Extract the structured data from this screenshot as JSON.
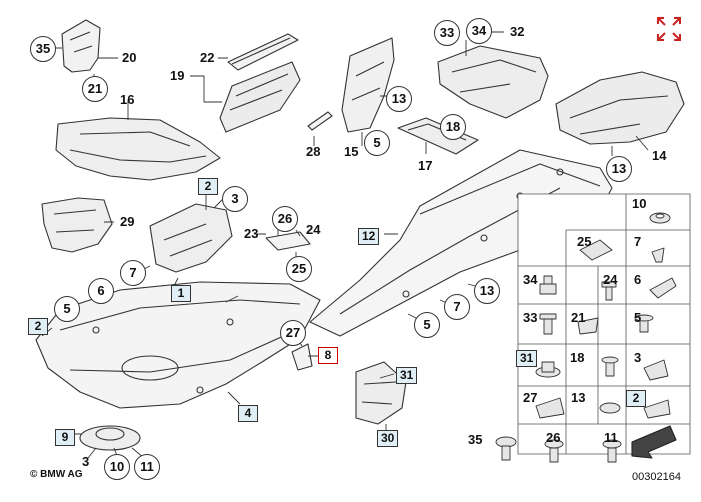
{
  "callouts": [
    {
      "id": "c35",
      "label": "35",
      "style": "circle"
    },
    {
      "id": "c20",
      "label": "20",
      "style": "plain"
    },
    {
      "id": "c21",
      "label": "21",
      "style": "circle"
    },
    {
      "id": "c22",
      "label": "22",
      "style": "plain"
    },
    {
      "id": "c19",
      "label": "19",
      "style": "plain"
    },
    {
      "id": "c16",
      "label": "16",
      "style": "plain"
    },
    {
      "id": "c13a",
      "label": "13",
      "style": "circle"
    },
    {
      "id": "c33a",
      "label": "33",
      "style": "circle"
    },
    {
      "id": "c34a",
      "label": "34",
      "style": "circle"
    },
    {
      "id": "c32",
      "label": "32",
      "style": "plain"
    },
    {
      "id": "c28",
      "label": "28",
      "style": "plain"
    },
    {
      "id": "c15",
      "label": "15",
      "style": "plain"
    },
    {
      "id": "c5a",
      "label": "5",
      "style": "circle"
    },
    {
      "id": "c18a",
      "label": "18",
      "style": "circle"
    },
    {
      "id": "c17",
      "label": "17",
      "style": "plain"
    },
    {
      "id": "c13b",
      "label": "13",
      "style": "circle"
    },
    {
      "id": "c14",
      "label": "14",
      "style": "plain"
    },
    {
      "id": "c2a",
      "label": "2",
      "style": "box"
    },
    {
      "id": "c3a",
      "label": "3",
      "style": "circle"
    },
    {
      "id": "c29",
      "label": "29",
      "style": "plain"
    },
    {
      "id": "c26a",
      "label": "26",
      "style": "circle"
    },
    {
      "id": "c23",
      "label": "23",
      "style": "plain"
    },
    {
      "id": "c24a",
      "label": "24",
      "style": "plain"
    },
    {
      "id": "c25a",
      "label": "25",
      "style": "circle"
    },
    {
      "id": "c12",
      "label": "12",
      "style": "box"
    },
    {
      "id": "c7a",
      "label": "7",
      "style": "circle"
    },
    {
      "id": "c1",
      "label": "1",
      "style": "box"
    },
    {
      "id": "c6a",
      "label": "6",
      "style": "circle"
    },
    {
      "id": "c5b",
      "label": "5",
      "style": "circle"
    },
    {
      "id": "c2b",
      "label": "2",
      "style": "box"
    },
    {
      "id": "c7b",
      "label": "7",
      "style": "circle"
    },
    {
      "id": "c13c",
      "label": "13",
      "style": "circle"
    },
    {
      "id": "c5c",
      "label": "5",
      "style": "circle"
    },
    {
      "id": "c27a",
      "label": "27",
      "style": "circle"
    },
    {
      "id": "c8",
      "label": "8",
      "style": "red"
    },
    {
      "id": "c31a",
      "label": "31",
      "style": "box"
    },
    {
      "id": "c4",
      "label": "4",
      "style": "box"
    },
    {
      "id": "c30",
      "label": "30",
      "style": "box"
    },
    {
      "id": "c9",
      "label": "9",
      "style": "box"
    },
    {
      "id": "c3b",
      "label": "3",
      "style": "plain"
    },
    {
      "id": "c10a",
      "label": "10",
      "style": "circle"
    },
    {
      "id": "c11a",
      "label": "11",
      "style": "circle"
    }
  ],
  "parts_grid": [
    {
      "id": "g10",
      "label": "10",
      "style": "plain"
    },
    {
      "id": "g25",
      "label": "25",
      "style": "plain"
    },
    {
      "id": "g7",
      "label": "7",
      "style": "plain"
    },
    {
      "id": "g34",
      "label": "34",
      "style": "plain"
    },
    {
      "id": "g24",
      "label": "24",
      "style": "plain"
    },
    {
      "id": "g6",
      "label": "6",
      "style": "plain"
    },
    {
      "id": "g33",
      "label": "33",
      "style": "plain"
    },
    {
      "id": "g21",
      "label": "21",
      "style": "plain"
    },
    {
      "id": "g5",
      "label": "5",
      "style": "plain"
    },
    {
      "id": "g31",
      "label": "31",
      "style": "box"
    },
    {
      "id": "g18",
      "label": "18",
      "style": "plain"
    },
    {
      "id": "g3",
      "label": "3",
      "style": "plain"
    },
    {
      "id": "g27",
      "label": "27",
      "style": "plain"
    },
    {
      "id": "g13",
      "label": "13",
      "style": "plain"
    },
    {
      "id": "g2",
      "label": "2",
      "style": "box"
    },
    {
      "id": "g35",
      "label": "35",
      "style": "plain"
    },
    {
      "id": "g26",
      "label": "26",
      "style": "plain"
    },
    {
      "id": "g11",
      "label": "11",
      "style": "plain"
    }
  ],
  "copyright": "© BMW AG",
  "diagram_code": "00302164",
  "expand_icon": "expand-icon",
  "colors": {
    "accent": "#cc2222",
    "box_fill": "#dfeff5",
    "line": "#333333"
  }
}
